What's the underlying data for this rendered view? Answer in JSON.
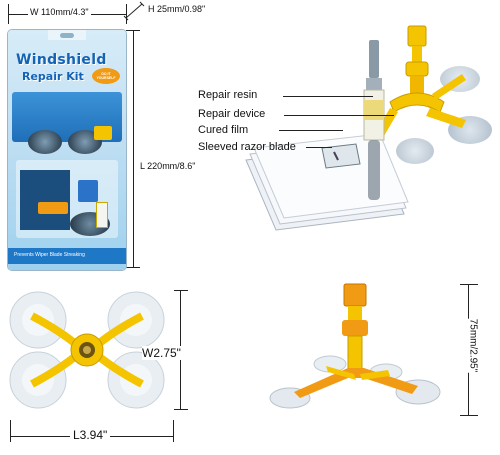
{
  "package": {
    "title_line1": "Windshield",
    "title_line2": "Repair Kit",
    "badge": "DO IT YOURSELF",
    "footer": "Prevents Wiper Blade Streaking"
  },
  "dimensions": {
    "width": "W 110mm/4.3\"",
    "height": "H 25mm/0.98\"",
    "length": "L 220mm/8.6\"",
    "bottom_width": "W2.75\"",
    "bottom_length": "L3.94\"",
    "tool_height": "75mm/2.95\""
  },
  "callouts": {
    "resin": "Repair resin",
    "device": "Repair device",
    "film": "Cured film",
    "blade": "Sleeved razor blade"
  },
  "colors": {
    "yellow": "#f5c400",
    "orange": "#f19a14",
    "package_blue": "#1f78c6",
    "sky": "#c9e7f7"
  }
}
